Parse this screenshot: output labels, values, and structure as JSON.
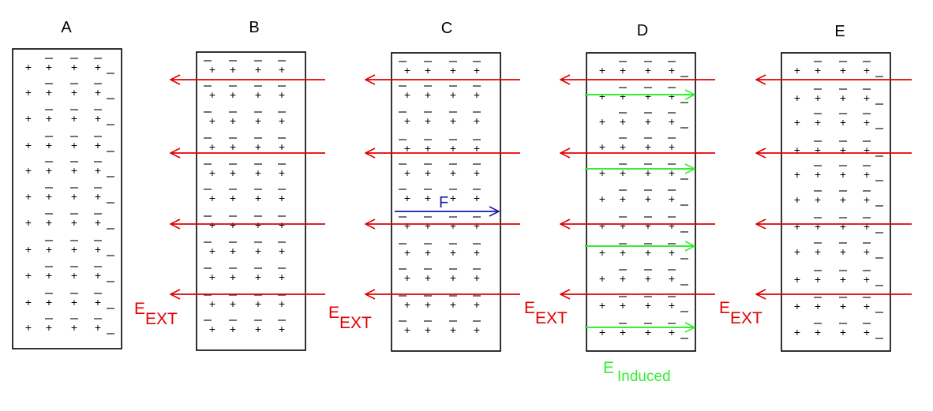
{
  "panels": [
    {
      "label": "A",
      "charge_pattern": "negative-right",
      "has_external_field": false,
      "has_force": false,
      "has_induced_field": false
    },
    {
      "label": "B",
      "charge_pattern": "uniform",
      "has_external_field": true,
      "has_force": false,
      "has_induced_field": false
    },
    {
      "label": "C",
      "charge_pattern": "uniform",
      "has_external_field": true,
      "has_force": true,
      "has_induced_field": false
    },
    {
      "label": "D",
      "charge_pattern": "negative-right",
      "has_external_field": true,
      "has_force": false,
      "has_induced_field": true
    },
    {
      "label": "E",
      "charge_pattern": "negative-right",
      "has_external_field": true,
      "has_force": false,
      "has_induced_field": false
    }
  ],
  "labels": {
    "field_letter": "E",
    "external_sub": "EXT",
    "induced_sub": "Induced",
    "force": "F"
  },
  "symbols": {
    "plus": "+",
    "minus": "_"
  },
  "colors": {
    "external_field": "#e00000",
    "induced_field": "#33ee33",
    "force": "#1a1aaa",
    "outline": "#000000",
    "text": "#000000"
  },
  "icons": {
    "external_field": "arrow-left-icon",
    "induced_field": "arrow-right-icon",
    "force": "arrow-right-icon"
  }
}
